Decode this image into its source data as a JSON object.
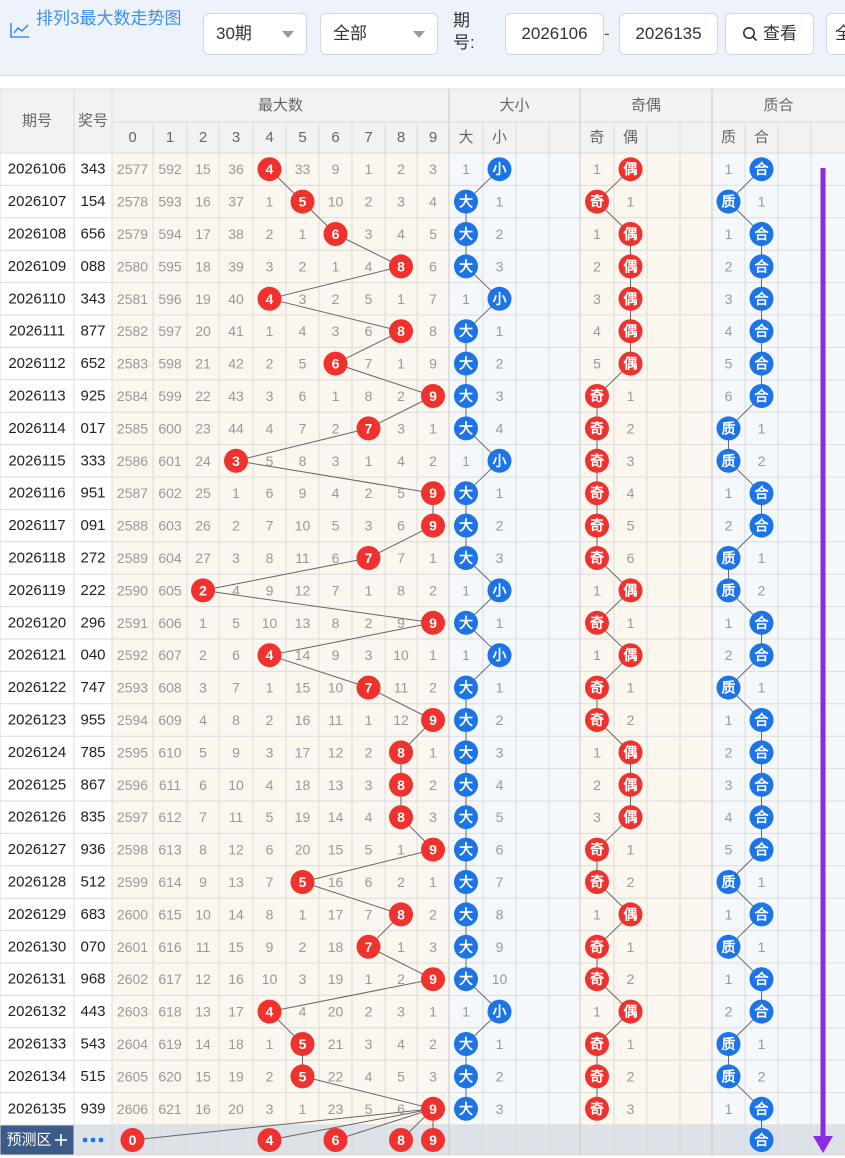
{
  "toolbar": {
    "title": "排列3最大数走势图",
    "chart_icon": "line-chart-icon",
    "period_select": "30期",
    "filter_select": "全部",
    "period_label": "期号:",
    "start_period": "2026106",
    "end_period": "2026135",
    "search_label": "查看",
    "search_icon": "search-icon",
    "extra_select": "全"
  },
  "table": {
    "col_period": "期号",
    "col_number": "奖号",
    "group_max": "最大数",
    "group_size": "大小",
    "group_parity": "奇偶",
    "group_prime": "质合",
    "digits": [
      "0",
      "1",
      "2",
      "3",
      "4",
      "5",
      "6",
      "7",
      "8",
      "9"
    ],
    "size_labels": [
      "大",
      "小"
    ],
    "parity_labels": [
      "奇",
      "偶"
    ],
    "prime_labels": [
      "质",
      "合"
    ],
    "rows": [
      {
        "period": "2026106",
        "num": "343",
        "omit": [
          "2577",
          "592",
          "15",
          "36",
          "*",
          "33",
          "9",
          "1",
          "2",
          "3"
        ],
        "size": [
          "1",
          "小"
        ],
        "par": [
          "1",
          "偶"
        ],
        "pri": [
          "1",
          "合"
        ]
      },
      {
        "period": "2026107",
        "num": "154",
        "omit": [
          "2578",
          "593",
          "16",
          "37",
          "1",
          "*",
          "10",
          "2",
          "3",
          "4"
        ],
        "size": [
          "大",
          "1"
        ],
        "par": [
          "奇",
          "1"
        ],
        "pri": [
          "质",
          "1"
        ]
      },
      {
        "period": "2026108",
        "num": "656",
        "omit": [
          "2579",
          "594",
          "17",
          "38",
          "2",
          "1",
          "*",
          "3",
          "4",
          "5"
        ],
        "size": [
          "大",
          "2"
        ],
        "par": [
          "1",
          "偶"
        ],
        "pri": [
          "1",
          "合"
        ]
      },
      {
        "period": "2026109",
        "num": "088",
        "omit": [
          "2580",
          "595",
          "18",
          "39",
          "3",
          "2",
          "1",
          "4",
          "*",
          "6"
        ],
        "size": [
          "大",
          "3"
        ],
        "par": [
          "2",
          "偶"
        ],
        "pri": [
          "2",
          "合"
        ]
      },
      {
        "period": "2026110",
        "num": "343",
        "omit": [
          "2581",
          "596",
          "19",
          "40",
          "*",
          "3",
          "2",
          "5",
          "1",
          "7"
        ],
        "size": [
          "1",
          "小"
        ],
        "par": [
          "3",
          "偶"
        ],
        "pri": [
          "3",
          "合"
        ]
      },
      {
        "period": "2026111",
        "num": "877",
        "omit": [
          "2582",
          "597",
          "20",
          "41",
          "1",
          "4",
          "3",
          "6",
          "*",
          "8"
        ],
        "size": [
          "大",
          "1"
        ],
        "par": [
          "4",
          "偶"
        ],
        "pri": [
          "4",
          "合"
        ]
      },
      {
        "period": "2026112",
        "num": "652",
        "omit": [
          "2583",
          "598",
          "21",
          "42",
          "2",
          "5",
          "*",
          "7",
          "1",
          "9"
        ],
        "size": [
          "大",
          "2"
        ],
        "par": [
          "5",
          "偶"
        ],
        "pri": [
          "5",
          "合"
        ]
      },
      {
        "period": "2026113",
        "num": "925",
        "omit": [
          "2584",
          "599",
          "22",
          "43",
          "3",
          "6",
          "1",
          "8",
          "2",
          "*"
        ],
        "size": [
          "大",
          "3"
        ],
        "par": [
          "奇",
          "1"
        ],
        "pri": [
          "6",
          "合"
        ]
      },
      {
        "period": "2026114",
        "num": "017",
        "omit": [
          "2585",
          "600",
          "23",
          "44",
          "4",
          "7",
          "2",
          "*",
          "3",
          "1"
        ],
        "size": [
          "大",
          "4"
        ],
        "par": [
          "奇",
          "2"
        ],
        "pri": [
          "质",
          "1"
        ]
      },
      {
        "period": "2026115",
        "num": "333",
        "omit": [
          "2586",
          "601",
          "24",
          "*",
          "5",
          "8",
          "3",
          "1",
          "4",
          "2"
        ],
        "size": [
          "1",
          "小"
        ],
        "par": [
          "奇",
          "3"
        ],
        "pri": [
          "质",
          "2"
        ]
      },
      {
        "period": "2026116",
        "num": "951",
        "omit": [
          "2587",
          "602",
          "25",
          "1",
          "6",
          "9",
          "4",
          "2",
          "5",
          "*"
        ],
        "size": [
          "大",
          "1"
        ],
        "par": [
          "奇",
          "4"
        ],
        "pri": [
          "1",
          "合"
        ]
      },
      {
        "period": "2026117",
        "num": "091",
        "omit": [
          "2588",
          "603",
          "26",
          "2",
          "7",
          "10",
          "5",
          "3",
          "6",
          "*"
        ],
        "size": [
          "大",
          "2"
        ],
        "par": [
          "奇",
          "5"
        ],
        "pri": [
          "2",
          "合"
        ]
      },
      {
        "period": "2026118",
        "num": "272",
        "omit": [
          "2589",
          "604",
          "27",
          "3",
          "8",
          "11",
          "6",
          "*",
          "7",
          "1"
        ],
        "size": [
          "大",
          "3"
        ],
        "par": [
          "奇",
          "6"
        ],
        "pri": [
          "质",
          "1"
        ]
      },
      {
        "period": "2026119",
        "num": "222",
        "omit": [
          "2590",
          "605",
          "*",
          "4",
          "9",
          "12",
          "7",
          "1",
          "8",
          "2"
        ],
        "size": [
          "1",
          "小"
        ],
        "par": [
          "1",
          "偶"
        ],
        "pri": [
          "质",
          "2"
        ]
      },
      {
        "period": "2026120",
        "num": "296",
        "omit": [
          "2591",
          "606",
          "1",
          "5",
          "10",
          "13",
          "8",
          "2",
          "9",
          "*"
        ],
        "size": [
          "大",
          "1"
        ],
        "par": [
          "奇",
          "1"
        ],
        "pri": [
          "1",
          "合"
        ]
      },
      {
        "period": "2026121",
        "num": "040",
        "omit": [
          "2592",
          "607",
          "2",
          "6",
          "*",
          "14",
          "9",
          "3",
          "10",
          "1"
        ],
        "size": [
          "1",
          "小"
        ],
        "par": [
          "1",
          "偶"
        ],
        "pri": [
          "2",
          "合"
        ]
      },
      {
        "period": "2026122",
        "num": "747",
        "omit": [
          "2593",
          "608",
          "3",
          "7",
          "1",
          "15",
          "10",
          "*",
          "11",
          "2"
        ],
        "size": [
          "大",
          "1"
        ],
        "par": [
          "奇",
          "1"
        ],
        "pri": [
          "质",
          "1"
        ]
      },
      {
        "period": "2026123",
        "num": "955",
        "omit": [
          "2594",
          "609",
          "4",
          "8",
          "2",
          "16",
          "11",
          "1",
          "12",
          "*"
        ],
        "size": [
          "大",
          "2"
        ],
        "par": [
          "奇",
          "2"
        ],
        "pri": [
          "1",
          "合"
        ]
      },
      {
        "period": "2026124",
        "num": "785",
        "omit": [
          "2595",
          "610",
          "5",
          "9",
          "3",
          "17",
          "12",
          "2",
          "*",
          "1"
        ],
        "size": [
          "大",
          "3"
        ],
        "par": [
          "1",
          "偶"
        ],
        "pri": [
          "2",
          "合"
        ]
      },
      {
        "period": "2026125",
        "num": "867",
        "omit": [
          "2596",
          "611",
          "6",
          "10",
          "4",
          "18",
          "13",
          "3",
          "*",
          "2"
        ],
        "size": [
          "大",
          "4"
        ],
        "par": [
          "2",
          "偶"
        ],
        "pri": [
          "3",
          "合"
        ]
      },
      {
        "period": "2026126",
        "num": "835",
        "omit": [
          "2597",
          "612",
          "7",
          "11",
          "5",
          "19",
          "14",
          "4",
          "*",
          "3"
        ],
        "size": [
          "大",
          "5"
        ],
        "par": [
          "3",
          "偶"
        ],
        "pri": [
          "4",
          "合"
        ]
      },
      {
        "period": "2026127",
        "num": "936",
        "omit": [
          "2598",
          "613",
          "8",
          "12",
          "6",
          "20",
          "15",
          "5",
          "1",
          "*"
        ],
        "size": [
          "大",
          "6"
        ],
        "par": [
          "奇",
          "1"
        ],
        "pri": [
          "5",
          "合"
        ]
      },
      {
        "period": "2026128",
        "num": "512",
        "omit": [
          "2599",
          "614",
          "9",
          "13",
          "7",
          "*",
          "16",
          "6",
          "2",
          "1"
        ],
        "size": [
          "大",
          "7"
        ],
        "par": [
          "奇",
          "2"
        ],
        "pri": [
          "质",
          "1"
        ]
      },
      {
        "period": "2026129",
        "num": "683",
        "omit": [
          "2600",
          "615",
          "10",
          "14",
          "8",
          "1",
          "17",
          "7",
          "*",
          "2"
        ],
        "size": [
          "大",
          "8"
        ],
        "par": [
          "1",
          "偶"
        ],
        "pri": [
          "1",
          "合"
        ]
      },
      {
        "period": "2026130",
        "num": "070",
        "omit": [
          "2601",
          "616",
          "11",
          "15",
          "9",
          "2",
          "18",
          "*",
          "1",
          "3"
        ],
        "size": [
          "大",
          "9"
        ],
        "par": [
          "奇",
          "1"
        ],
        "pri": [
          "质",
          "1"
        ]
      },
      {
        "period": "2026131",
        "num": "968",
        "omit": [
          "2602",
          "617",
          "12",
          "16",
          "10",
          "3",
          "19",
          "1",
          "2",
          "*"
        ],
        "size": [
          "大",
          "10"
        ],
        "par": [
          "奇",
          "2"
        ],
        "pri": [
          "1",
          "合"
        ]
      },
      {
        "period": "2026132",
        "num": "443",
        "omit": [
          "2603",
          "618",
          "13",
          "17",
          "*",
          "4",
          "20",
          "2",
          "3",
          "1"
        ],
        "size": [
          "1",
          "小"
        ],
        "par": [
          "1",
          "偶"
        ],
        "pri": [
          "2",
          "合"
        ]
      },
      {
        "period": "2026133",
        "num": "543",
        "omit": [
          "2604",
          "619",
          "14",
          "18",
          "1",
          "*",
          "21",
          "3",
          "4",
          "2"
        ],
        "size": [
          "大",
          "1"
        ],
        "par": [
          "奇",
          "1"
        ],
        "pri": [
          "质",
          "1"
        ]
      },
      {
        "period": "2026134",
        "num": "515",
        "omit": [
          "2605",
          "620",
          "15",
          "19",
          "2",
          "*",
          "22",
          "4",
          "5",
          "3"
        ],
        "size": [
          "大",
          "2"
        ],
        "par": [
          "奇",
          "2"
        ],
        "pri": [
          "质",
          "2"
        ]
      },
      {
        "period": "2026135",
        "num": "939",
        "omit": [
          "2606",
          "621",
          "16",
          "20",
          "3",
          "1",
          "23",
          "5",
          "6",
          "*"
        ],
        "size": [
          "大",
          "3"
        ],
        "par": [
          "奇",
          "3"
        ],
        "pri": [
          "1",
          "合"
        ]
      }
    ],
    "predict": {
      "label": "预测区",
      "add_icon": "plus-icon",
      "more_icon": "more-dots-icon",
      "balls": [
        "0",
        "4",
        "6",
        "8",
        "9"
      ],
      "pri_ball": "合"
    }
  },
  "colors": {
    "red": "#f0322e",
    "blue": "#1c74e6",
    "arrow": "#8a2be2",
    "accent": "#3d8ff0"
  }
}
